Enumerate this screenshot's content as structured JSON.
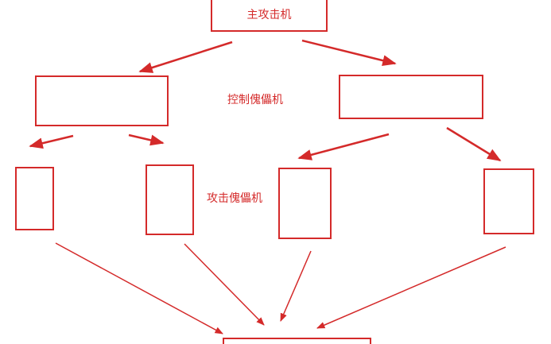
{
  "diagram": {
    "labels": {
      "master": "主攻击机",
      "control": "控制傀儡机",
      "attack": "攻击傀儡机"
    },
    "colors": {
      "stroke": "#d42a2a",
      "background": "#ffffff"
    }
  }
}
